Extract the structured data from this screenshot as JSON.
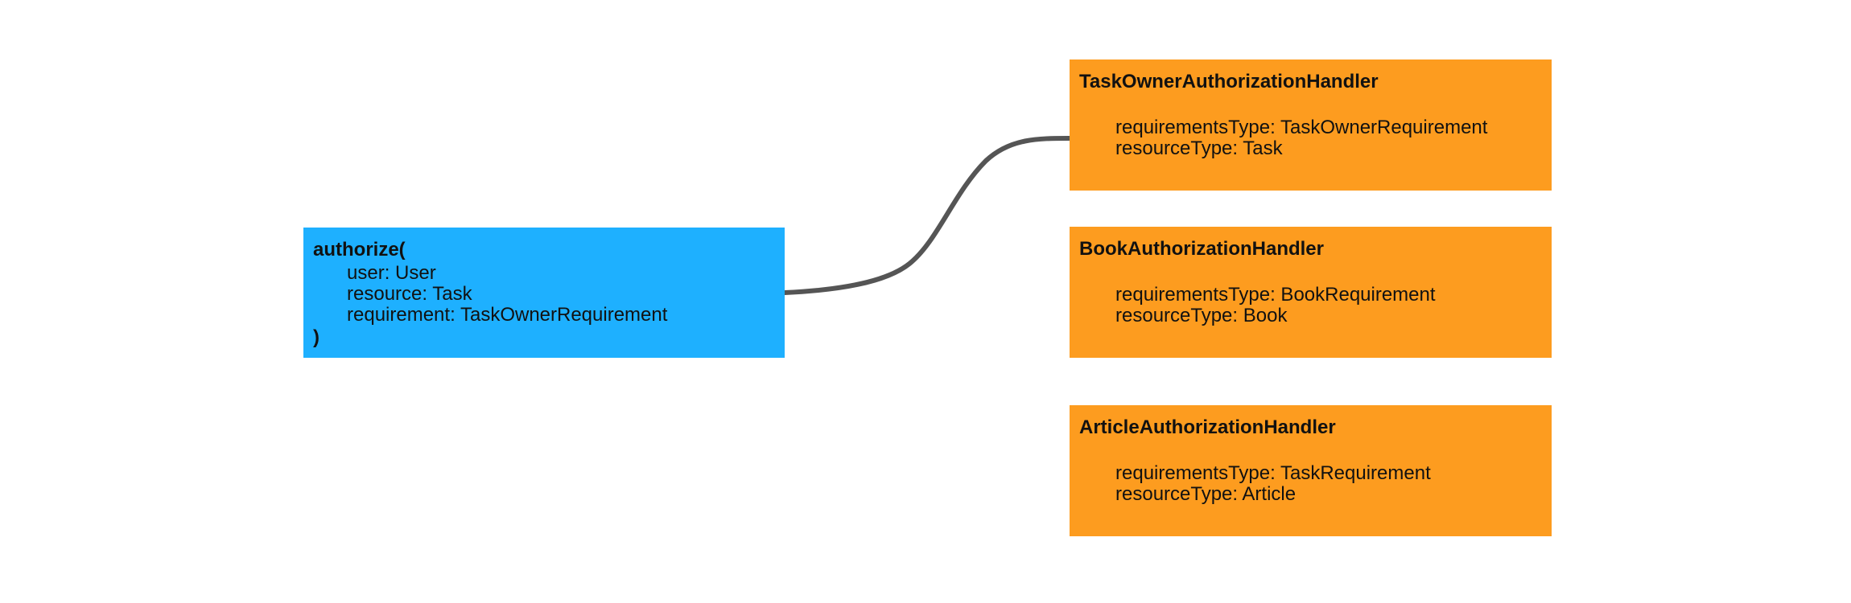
{
  "colors": {
    "call_box": "#1eb0ff",
    "handler_box": "#fd9c1f",
    "connector": "#555555",
    "text": "#111111"
  },
  "call": {
    "title": "authorize(",
    "params": [
      "user: User",
      "resource: Task",
      "requirement: TaskOwnerRequirement"
    ],
    "close": ")"
  },
  "handlers": [
    {
      "name": "TaskOwnerAuthorizationHandler",
      "requirements_type": "requirementsType: TaskOwnerRequirement",
      "resource_type": "resourceType: Task"
    },
    {
      "name": "BookAuthorizationHandler",
      "requirements_type": "requirementsType: BookRequirement",
      "resource_type": "resourceType: Book"
    },
    {
      "name": "ArticleAuthorizationHandler",
      "requirements_type": "requirementsType: TaskRequirement",
      "resource_type": "resourceType: Article"
    }
  ],
  "connection": {
    "from": "call",
    "to_handler": 0
  }
}
